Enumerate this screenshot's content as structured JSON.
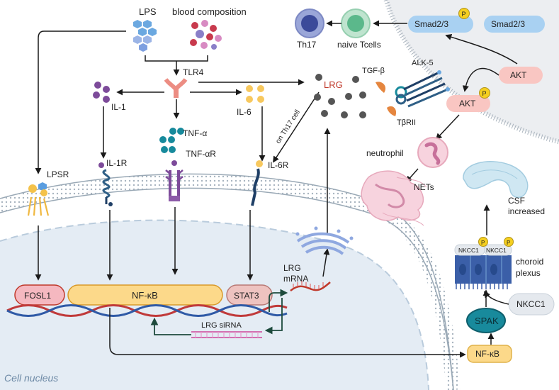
{
  "labels": {
    "lps": "LPS",
    "blood_composition": "blood composition",
    "tlr4": "TLR4",
    "il1": "IL-1",
    "il6": "IL-6",
    "tnf_a": "TNF-α",
    "tnf_ar": "TNF-αR",
    "il1r": "IL-1R",
    "il6r": "IL-6R",
    "lpsr": "LPSR",
    "on_th17": "on Th17 cell",
    "lrg": "LRG",
    "tgf_b": "TGF-β",
    "alk5": "ALK-5",
    "tbrii": "TβRII",
    "th17": "Th17",
    "naive_tcells": "naive Tcells",
    "smad_p": "Smad2/3",
    "smad": "Smad2/3",
    "akt": "AKT",
    "akt_p": "AKT",
    "p": "P",
    "neutrophil": "neutrophil",
    "nets": "NETs",
    "csf_line1": "CSF",
    "csf_line2": "increased",
    "nkcc1_a": "NKCC1",
    "nkcc1_b": "NKCC1",
    "choroid_line1": "choroid",
    "choroid_line2": "plexus",
    "nkcc1": "NKCC1",
    "spak": "SPAK",
    "nfkb_out": "NF-κB",
    "fosl1": "FOSL1",
    "nfkb": "NF-κB",
    "stat3": "STAT3",
    "lrg_mrna_line1": "LRG",
    "lrg_mrna_line2": "mRNA",
    "lrg_sirna": "LRG siRNA",
    "cell_nucleus": "Cell nucleus"
  },
  "colors": {
    "membrane": "#8fa3b3",
    "arrow": "#1a1a1a",
    "nucleus_fill": "#e4ecf4",
    "pill_pink": "#f5b8c0",
    "pill_orange": "#fcd98a",
    "pill_blue": "#a9d1f2",
    "lrg_red": "#c0392b",
    "teal": "#1f8a8a"
  }
}
